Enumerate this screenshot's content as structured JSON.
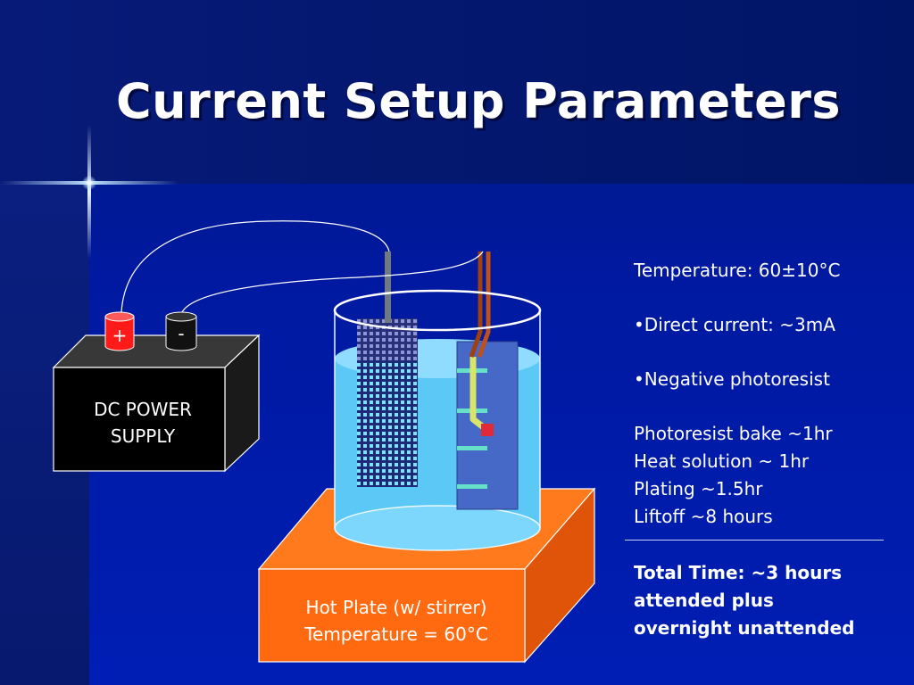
{
  "slide": {
    "title": "Current Setup Parameters"
  },
  "diagram": {
    "power_supply": {
      "label_line1": "DC POWER",
      "label_line2": "SUPPLY",
      "positive_terminal": "+",
      "negative_terminal": "-"
    },
    "hot_plate": {
      "label_line1": "Hot Plate (w/ stirrer)",
      "label_line2": "Temperature = 60°C"
    }
  },
  "parameters": {
    "temperature": "Temperature: 60±10°C",
    "direct_current": "•Direct current: ~3mA",
    "photoresist": "•Negative photoresist",
    "bake": "Photoresist bake ~1hr",
    "heat": "Heat solution ~ 1hr",
    "plating": "Plating ~1.5hr",
    "liftoff": "Liftoff ~8 hours"
  },
  "total": {
    "line1": "Total Time: ~3 hours",
    "line2": "attended plus",
    "line3": "overnight unattended"
  },
  "colors": {
    "background": "#0019a0",
    "power_supply": "#000000",
    "hot_plate": "#ff6a10",
    "solution": "#5cc8f5",
    "terminal_positive": "#ff1a1a",
    "terminal_negative": "#111111"
  }
}
